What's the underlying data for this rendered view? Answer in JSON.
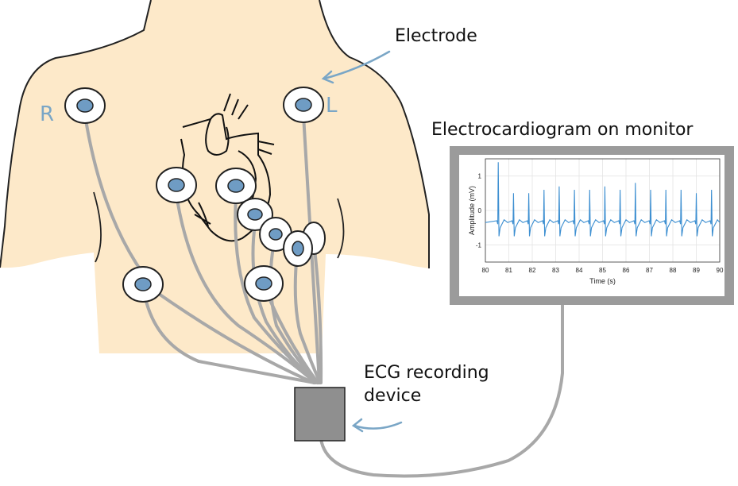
{
  "labels": {
    "right": "R",
    "left": "L",
    "electrode": "Electrode",
    "monitor_title": "Electrocardiogram on monitor",
    "device_line1": "ECG recording",
    "device_line2": "device"
  },
  "chart_data": {
    "type": "line",
    "xlabel": "Time (s)",
    "ylabel": "Amplitude (mV)",
    "xlim": [
      80,
      90
    ],
    "ylim": [
      -1.5,
      1.5
    ],
    "x_ticks": [
      "80",
      "81",
      "82",
      "83",
      "84",
      "85",
      "86",
      "87",
      "88",
      "89",
      "90"
    ],
    "y_ticks": [
      "1",
      "0",
      "-1"
    ],
    "grid": true,
    "beats_s": [
      80.55,
      81.2,
      81.85,
      82.5,
      83.15,
      83.8,
      84.45,
      85.1,
      85.75,
      86.4,
      87.05,
      87.7,
      88.35,
      89.0,
      89.65
    ],
    "r_peak_mv": [
      1.4,
      0.5,
      0.5,
      0.6,
      0.7,
      0.6,
      0.6,
      0.7,
      0.6,
      0.8,
      0.6,
      0.6,
      0.6,
      0.5,
      0.6
    ],
    "baseline_mv": -0.35,
    "trough_mv": -0.75
  },
  "colors": {
    "skin": "#fde9c9",
    "electrode_inner": "#6f9cc4",
    "wire": "#a8a8a8",
    "monitor_frame": "#9b9b9b",
    "device": "#8f8f8f",
    "accent": "#7aa6c6",
    "trace": "#3d8fd1"
  }
}
